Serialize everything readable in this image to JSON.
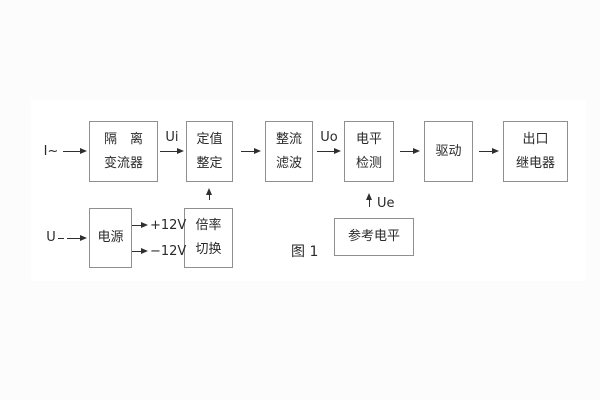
{
  "figure": {
    "caption": "图 1"
  },
  "colors": {
    "page_background": "#fcfcfc",
    "canvas_background": "#ffffff",
    "box_border": "#8f8f8f",
    "line_color": "#2f2f2f",
    "text_color": "#2a2a2a"
  },
  "inputs": {
    "current_input": "I~",
    "voltage_input": "U"
  },
  "signals": {
    "ui": "Ui",
    "uo": "Uo",
    "ue": "Ue",
    "plus12v": "+12V",
    "minus12v": "−12V"
  },
  "blocks": {
    "isolation": {
      "line1": "隔　离",
      "line2": "变流器"
    },
    "setting": {
      "line1": "定值",
      "line2": "整定"
    },
    "rectify": {
      "line1": "整流",
      "line2": "滤波"
    },
    "level": {
      "line1": "电平",
      "line2": "检测"
    },
    "drive": {
      "line1": "驱动"
    },
    "relay": {
      "line1": "出口",
      "line2": "继电器"
    },
    "power": {
      "line1": "电源"
    },
    "ratio": {
      "line1": "倍率",
      "line2": "切换"
    },
    "reference": {
      "line1": "参考电平"
    }
  }
}
